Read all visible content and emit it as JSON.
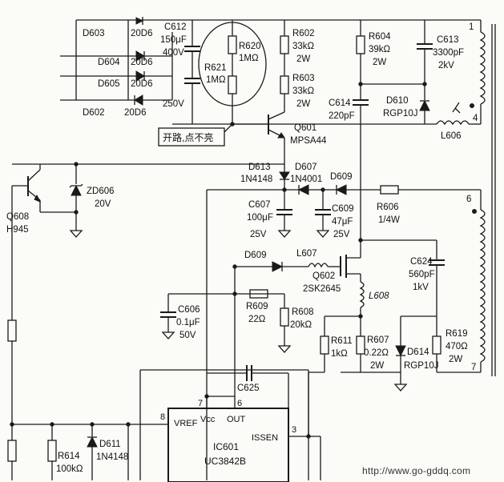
{
  "labels": {
    "c612_name": "C612",
    "c612_val": "150μF",
    "c612_v": "400V",
    "c612_v2": "250V",
    "d603": "D603",
    "d603_type": "20D6",
    "d604": "D604",
    "d604_type": "20D6",
    "d605": "D605",
    "d605_type": "20D6",
    "d602": "D602",
    "d602_type": "20D6",
    "r620": "R620",
    "r620_val": "1MΩ",
    "r621": "R621",
    "r621_val": "1MΩ",
    "note": "开路,点不亮",
    "r602": "R602",
    "r602_val": "33kΩ",
    "r602_w": "2W",
    "r603": "R603",
    "r603_val": "33kΩ",
    "r603_w": "2W",
    "q601": "Q601",
    "q601_type": "MPSA44",
    "r604": "R604",
    "r604_val": "39kΩ",
    "r604_w": "2W",
    "c613": "C613",
    "c613_val": "3300pF",
    "c613_v": "2kV",
    "c614": "C614",
    "c614_val": "220pF",
    "d610": "D610",
    "d610_type": "RGP10J",
    "l606": "L606",
    "pin1": "1",
    "pin4": "4",
    "pin6": "6",
    "pin7": "7",
    "q608": "Q608",
    "q608_type": "H945",
    "zd606": "ZD606",
    "zd606_val": "20V",
    "d613": "D613",
    "d613_type": "1N4148",
    "d607": "D607",
    "d607_type": "1N4001",
    "d609": "D609",
    "c607": "C607",
    "c607_val": "100μF",
    "c607_v": "25V",
    "c609": "C609",
    "c609_val": "47μF",
    "c609_v": "25V",
    "r606": "R606",
    "r606_w": "1/4W",
    "d609b": "D609",
    "l607": "L607",
    "q602": "Q602",
    "q602_type": "2SK2645",
    "c624": "C624",
    "c624_val": "560pF",
    "c624_v": "1kV",
    "c606": "C606",
    "c606_val": "0.1μF",
    "c606_v": "50V",
    "r609": "R609",
    "r609_val": "22Ω",
    "r608": "R608",
    "r608_val": "20kΩ",
    "l608": "L608",
    "r611": "R611",
    "r611_val": "1kΩ",
    "r607": "R607",
    "r607_val": "0.22Ω",
    "r607_w": "2W",
    "d614": "D614",
    "d614_type": "RGP10J",
    "r619": "R619",
    "r619_val": "470Ω",
    "r619_w": "2W",
    "c625": "C625",
    "vref": "VREF",
    "vcc": "Vcc",
    "out": "OUT",
    "issen": "ISSEN",
    "pin8": "8",
    "pin7b": "7",
    "pin6b": "6",
    "pin3": "3",
    "ic601": "IC601",
    "ic601_type": "UC3842B",
    "r614": "R614",
    "r614_val": "100kΩ",
    "d611": "D611",
    "d611_type": "1N4148",
    "url": "http://www.go-gddq.com"
  }
}
